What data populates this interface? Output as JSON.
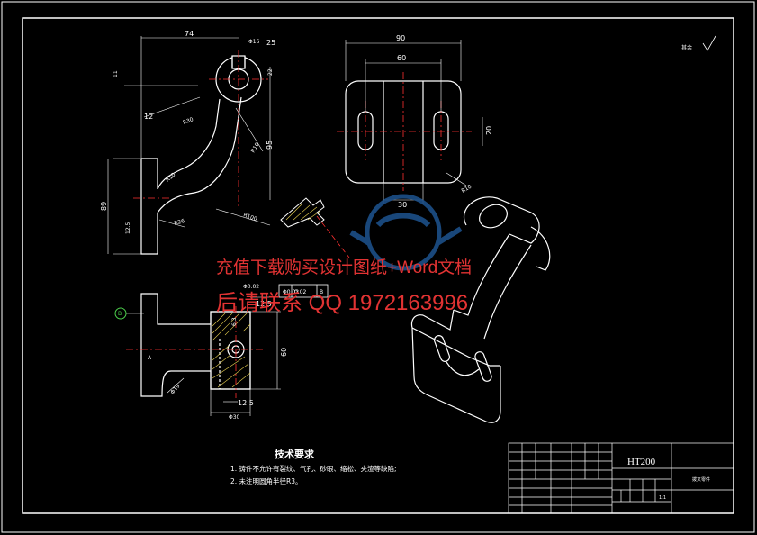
{
  "sheet": {
    "roughness_note": "其余",
    "roughness_symbol": "∨"
  },
  "dims_top": {
    "d74": "74",
    "phi16": "Φ16",
    "d25": "25",
    "d11": "11",
    "d22": "22",
    "d12": "12",
    "r30": "R30",
    "r10a": "R10",
    "d95": "95",
    "r10b": "R10",
    "d89": "89",
    "d12_5": "12.5",
    "r26": "R26",
    "r100": "R100"
  },
  "dims_side": {
    "d90": "90",
    "d60": "60",
    "d20": "20",
    "d30": "30",
    "r10": "R10"
  },
  "dims_bottom": {
    "label_b": "B",
    "label_a": "A",
    "tol_phi": "Φ0.02",
    "tol_value": "0.02",
    "tol_datum": "B",
    "d12_5": "12.5",
    "d6_3": "6.3",
    "d60": "60",
    "phi19": "Φ19",
    "d12_5b": "12.5",
    "phi30": "Φ30"
  },
  "watermark": {
    "line1": "充值下载购买设计图纸+Word文档",
    "line2": "后请联系 QQ 1972163996"
  },
  "requirements": {
    "title": "技术要求",
    "items": [
      "1. 铸件不允许有裂纹、气孔、砂眼、缩松、夹渣等缺陷;",
      "2. 未注明圆角半径R3。"
    ]
  },
  "title_block": {
    "material": "HT200",
    "part_name": "拨叉零件",
    "scale": "1:1"
  },
  "colors": {
    "background": "#000000",
    "lines": "#ffffff",
    "centerline": "#ff3030",
    "dimension": "#ffffff",
    "hatch": "#e8d050",
    "axis_yellow": "#f0e04a",
    "label_green": "#4cd04c",
    "watermark": "#e23333",
    "logo": "#1c4f88"
  }
}
